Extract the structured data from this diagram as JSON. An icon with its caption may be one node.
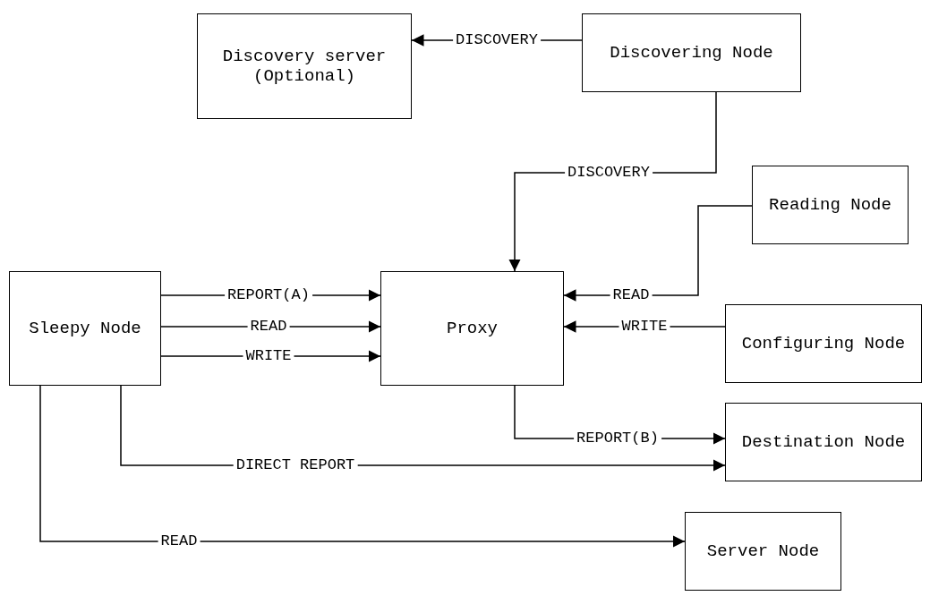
{
  "diagram": {
    "nodes": [
      {
        "text": [
          "Discovery server (Optional)"
        ]
      },
      {
        "text": [
          "Discovering Node"
        ]
      },
      {
        "text": [
          "Reading Node"
        ]
      },
      {
        "text": [
          "Sleepy Node"
        ]
      },
      {
        "text": [
          "Proxy"
        ]
      },
      {
        "text": [
          "Configuring Node"
        ]
      },
      {
        "text": [
          "Destination Node"
        ]
      },
      {
        "text": [
          "Server Node"
        ]
      }
    ],
    "edges": [
      {
        "from": 1,
        "to": 0,
        "arrow": "to",
        "label": "DISCOVERY"
      },
      {
        "from": 1,
        "to": 4,
        "arrow": "to",
        "label": "DISCOVERY"
      },
      {
        "from": 2,
        "to": 4,
        "arrow": "to",
        "label": "READ"
      },
      {
        "from": 3,
        "to": 4,
        "arrow": "to",
        "label": "REPORT(A)"
      },
      {
        "from": 3,
        "to": 4,
        "arrow": "to",
        "label": "READ"
      },
      {
        "from": 3,
        "to": 4,
        "arrow": "to",
        "label": "WRITE"
      },
      {
        "from": 5,
        "to": 4,
        "arrow": "to",
        "label": "WRITE"
      },
      {
        "from": 4,
        "to": 6,
        "arrow": "to",
        "label": "REPORT(B)"
      },
      {
        "from": 3,
        "to": 6,
        "arrow": "to",
        "label": "DIRECT REPORT"
      },
      {
        "from": 3,
        "to": 7,
        "arrow": "to",
        "label": "READ"
      }
    ]
  }
}
